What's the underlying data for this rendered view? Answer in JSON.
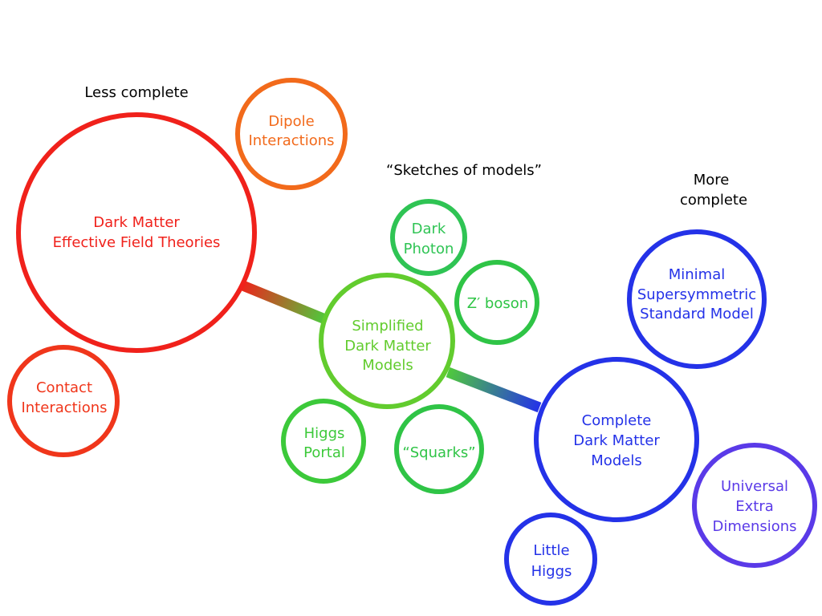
{
  "headings": {
    "less_complete": "Less complete",
    "sketches": "“Sketches of models”",
    "more_complete_1": "More",
    "more_complete_2": "complete"
  },
  "colors": {
    "red": "#f0211b",
    "orange": "#f26a1b",
    "green": "#4fc93c",
    "blue": "#2432e8",
    "violet": "#5a3ae8"
  },
  "nodes": {
    "eft": {
      "line1": "Dark Matter",
      "line2": "Effective Field Theories"
    },
    "dipole": {
      "line1": "Dipole",
      "line2": "Interactions"
    },
    "contact": {
      "line1": "Contact",
      "line2": "Interactions"
    },
    "simplified": {
      "line1": "Simplified",
      "line2": "Dark Matter",
      "line3": "Models"
    },
    "dark_photon": {
      "line1": "Dark",
      "line2": "Photon"
    },
    "zprime": {
      "line1": "Z′ boson"
    },
    "higgs_portal": {
      "line1": "Higgs",
      "line2": "Portal"
    },
    "squarks": {
      "line1": "“Squarks”"
    },
    "complete": {
      "line1": "Complete",
      "line2": "Dark Matter",
      "line3": "Models"
    },
    "mssm": {
      "line1": "Minimal",
      "line2": "Supersymmetric",
      "line3": "Standard Model"
    },
    "ued": {
      "line1": "Universal",
      "line2": "Extra",
      "line3": "Dimensions"
    },
    "little_higgs": {
      "line1": "Little",
      "line2": "Higgs"
    }
  }
}
